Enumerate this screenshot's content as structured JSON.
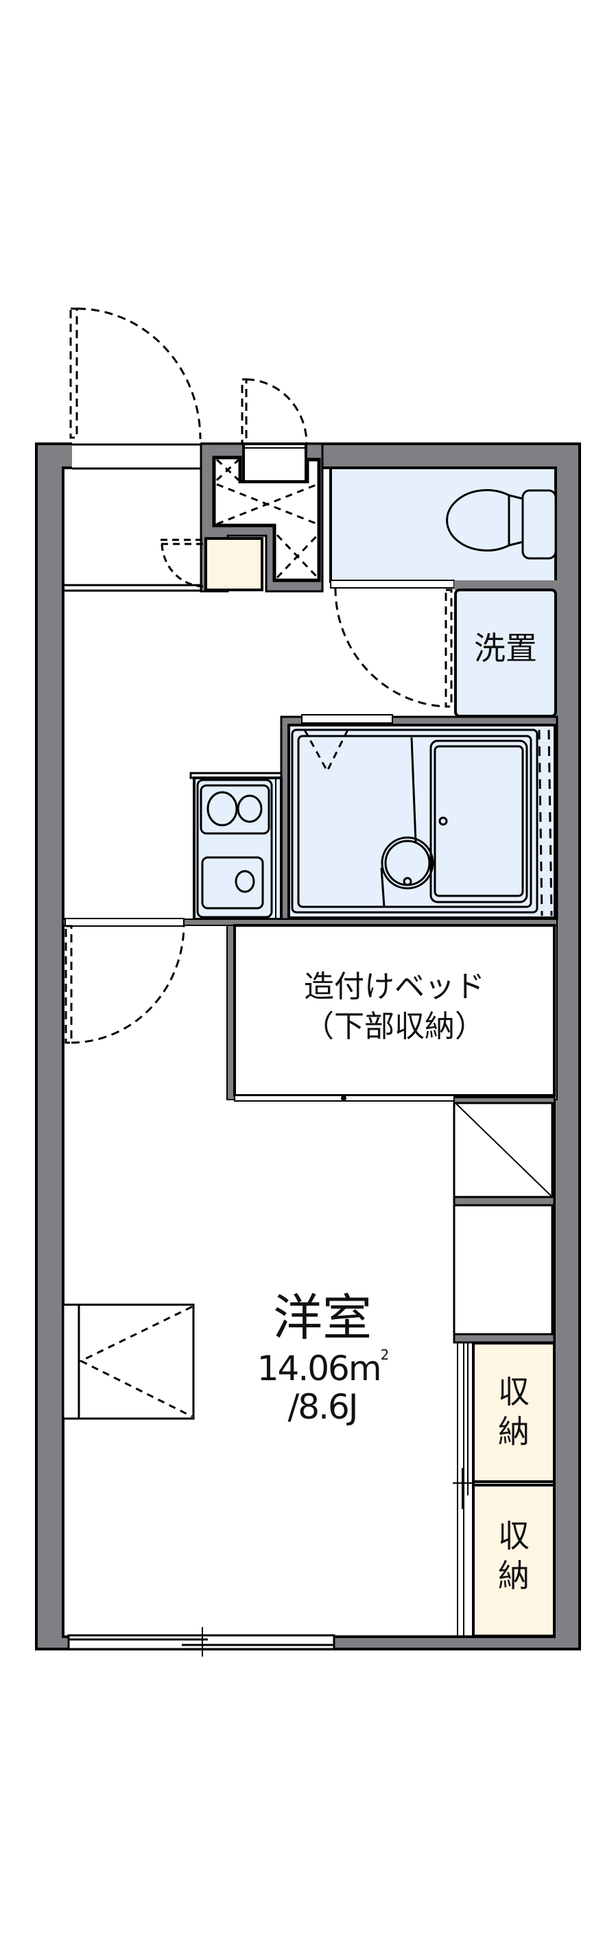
{
  "plan": {
    "colors": {
      "wall": "#808084",
      "wet_area": "#e6f0fc",
      "storage": "#fff5e3",
      "line": "#000000",
      "background": "#ffffff"
    },
    "rooms": {
      "laundry": {
        "label": "洗置"
      },
      "built_in_bed": {
        "line1": "造付けベッド",
        "line2": "（下部収納）"
      },
      "western_room": {
        "name": "洋室",
        "area": "14.06m",
        "area_unit_sup": "2",
        "size_jo": "/8.6J"
      },
      "storage_1": {
        "label": "収納"
      },
      "storage_2": {
        "label": "収納"
      }
    },
    "icons": [
      "entry-door-swing-icon",
      "utility-door-swing-icon",
      "toilet-icon",
      "laundry-door-swing-icon",
      "bathtub-icon",
      "washbasin-icon",
      "stove-burners-icon",
      "kitchen-sink-icon",
      "room-door-swing-icon",
      "air-conditioner-icon",
      "sliding-window-icon"
    ]
  }
}
